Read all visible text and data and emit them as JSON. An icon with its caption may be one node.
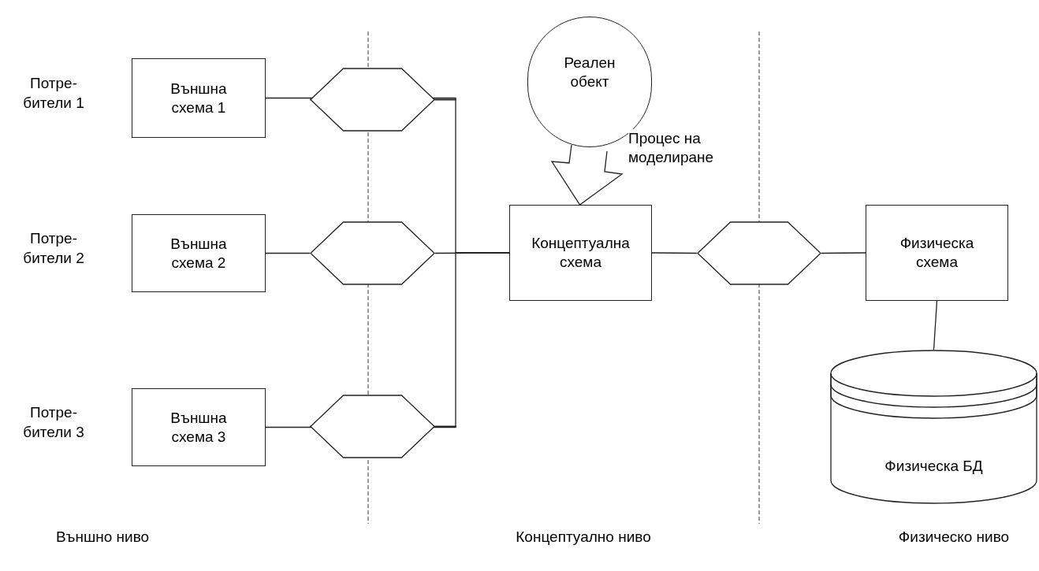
{
  "diagram": {
    "nodes": [
      {
        "text": [
          "Външна схема 1"
        ]
      },
      {
        "text": [],
        "shape": "hexagon"
      },
      {
        "text": [
          "Външна схема 2"
        ]
      },
      {
        "text": [],
        "shape": "hexagon"
      },
      {
        "text": [
          "Външна схема 3"
        ]
      },
      {
        "text": [],
        "shape": "hexagon"
      },
      {
        "text": [
          "Реален обект"
        ]
      },
      {
        "text": [
          "Концептуална схема"
        ]
      },
      {
        "text": [],
        "shape": "hexagon"
      },
      {
        "text": [
          "Физическа схема"
        ]
      },
      {
        "text": [
          "Физическа БД"
        ]
      }
    ],
    "edges": [
      {
        "from": 0,
        "to": 1,
        "arrow": "none"
      },
      {
        "from": 2,
        "to": 3,
        "arrow": "none"
      },
      {
        "from": 4,
        "to": 5,
        "arrow": "none"
      },
      {
        "from": 1,
        "to": 7,
        "arrow": "none"
      },
      {
        "from": 3,
        "to": 7,
        "arrow": "none"
      },
      {
        "from": 5,
        "to": 7,
        "arrow": "none"
      },
      {
        "from": 7,
        "to": 8,
        "arrow": "none"
      },
      {
        "from": 8,
        "to": 9,
        "arrow": "none"
      },
      {
        "from": 9,
        "to": 10,
        "arrow": "none"
      },
      {
        "from": 6,
        "to": 7,
        "arrow": "to",
        "style": "thick",
        "label": "Процес на моделиране"
      }
    ],
    "labels": [
      "Потре- бители 1",
      "Потре- бители 2",
      "Потре- бители 3",
      "Външно ниво",
      "Концептуално ниво",
      "Физическо ниво"
    ]
  }
}
